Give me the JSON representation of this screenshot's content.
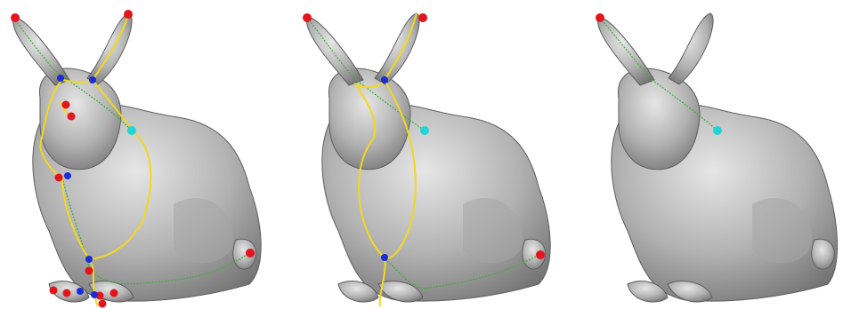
{
  "figure": {
    "panels": [
      {
        "name": "bunny-panel-left",
        "show_yellow": true,
        "show_green": true,
        "marker_set": "left"
      },
      {
        "name": "bunny-panel-middle",
        "show_yellow": true,
        "show_green": true,
        "marker_set": "middle"
      },
      {
        "name": "bunny-panel-right",
        "show_yellow": false,
        "show_green": true,
        "marker_set": "right"
      }
    ],
    "colors": {
      "background": "#ffffff",
      "mesh_light": "#d9d9d9",
      "mesh_mid": "#a9a9a9",
      "mesh_dark": "#6f6f6f",
      "mesh_outline": "#5e5e5e",
      "yellow_path": "#f2d81e",
      "green_path": "#3fae3a",
      "red_marker": "#e3141b",
      "blue_marker": "#1a2bd9",
      "cyan_marker": "#22d5d5"
    }
  }
}
